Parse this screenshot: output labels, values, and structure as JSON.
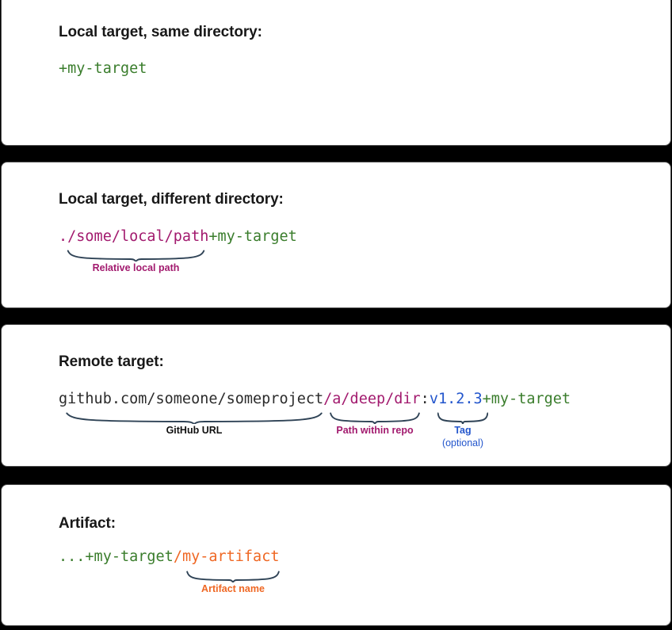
{
  "figure": {
    "background_color": "#000000",
    "panel_color": "#ffffff",
    "brace_color": "#2f4356",
    "palette": {
      "green": "#3a7d2c",
      "magenta": "#a21a6e",
      "blue": "#2255cc",
      "orange": "#ef6723",
      "dark": "#2b2b2b"
    }
  },
  "panels": [
    {
      "heading": "Local target, same directory:",
      "code_tokens": [
        {
          "text": "+my-target",
          "color_name": "green"
        }
      ],
      "annotations": []
    },
    {
      "heading": "Local target, different directory:",
      "code_tokens": [
        {
          "text": "./some/local/path",
          "color_name": "magenta"
        },
        {
          "text": "+my-target",
          "color_name": "green"
        }
      ],
      "annotations": [
        {
          "caption": "Relative local path",
          "sub_caption": "",
          "color_name": "magenta"
        }
      ]
    },
    {
      "heading": "Remote target:",
      "code_tokens": [
        {
          "text": "github.com/someone/someproject",
          "color_name": "dark"
        },
        {
          "text": "/a/deep/dir",
          "color_name": "magenta"
        },
        {
          "text": ":",
          "color_name": "dark"
        },
        {
          "text": "v1.2.3",
          "color_name": "blue"
        },
        {
          "text": "+my-target",
          "color_name": "green"
        }
      ],
      "annotations": [
        {
          "caption": "GitHub URL",
          "sub_caption": "",
          "color_name": "dark"
        },
        {
          "caption": "Path within repo",
          "sub_caption": "",
          "color_name": "magenta"
        },
        {
          "caption": "Tag",
          "sub_caption": "(optional)",
          "color_name": "blue"
        }
      ]
    },
    {
      "heading": "Artifact:",
      "code_tokens": [
        {
          "text": "...",
          "color_name": "green"
        },
        {
          "text": "+my-target",
          "color_name": "green"
        },
        {
          "text": "/my-artifact",
          "color_name": "orange"
        }
      ],
      "annotations": [
        {
          "caption": "Artifact name",
          "sub_caption": "",
          "color_name": "orange"
        }
      ]
    }
  ]
}
